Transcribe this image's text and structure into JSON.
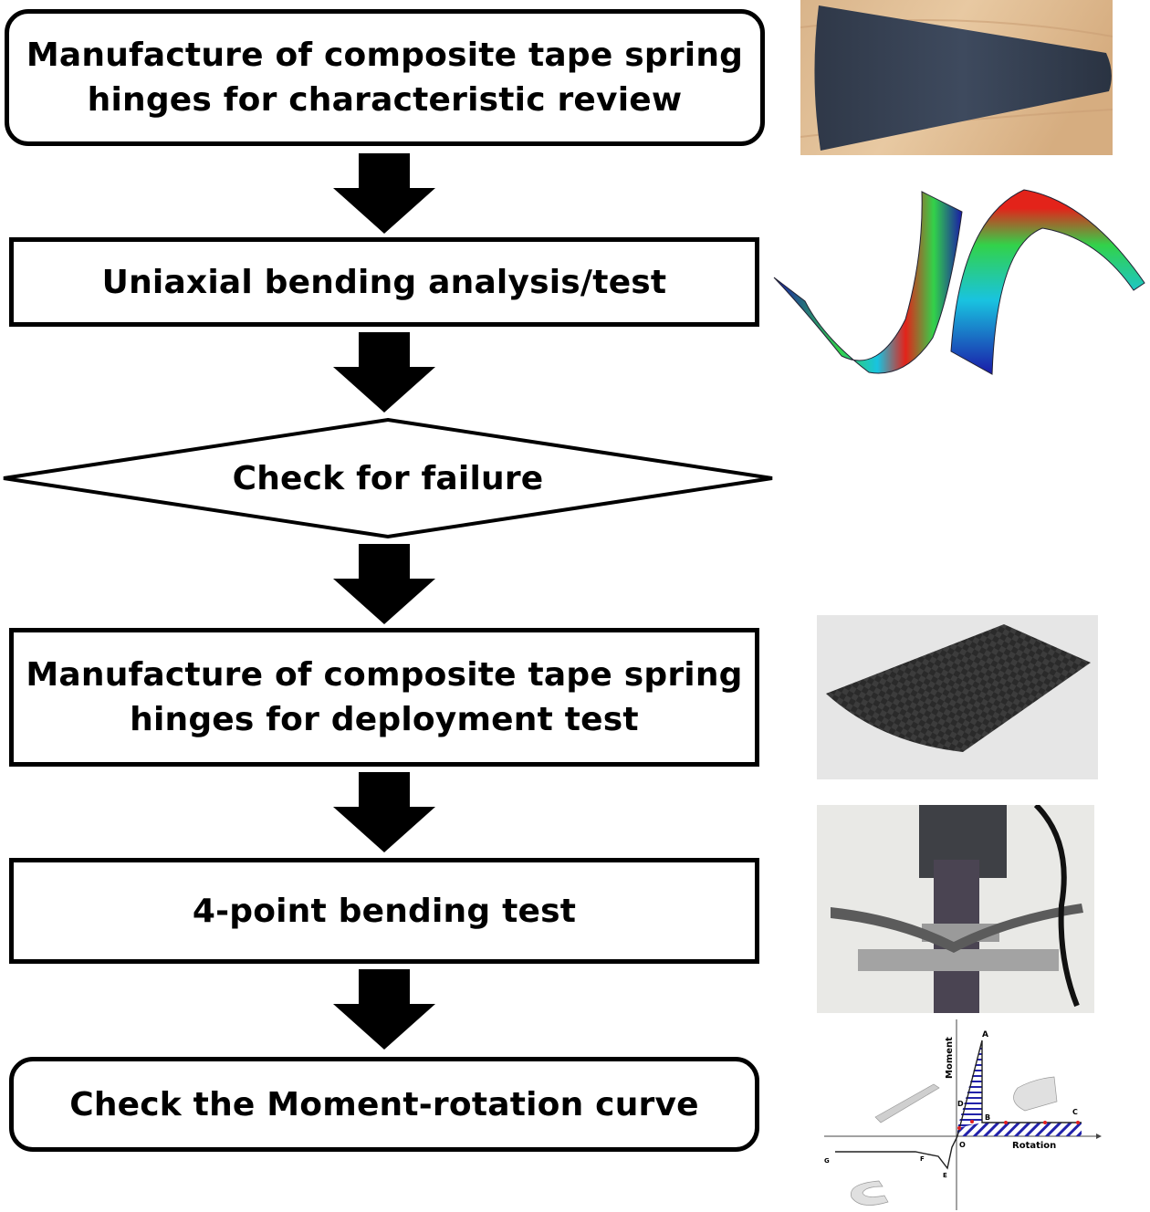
{
  "flowchart": {
    "steps": [
      {
        "type": "terminal",
        "text_lines": [
          "Manufacture of composite tape spring",
          "hinges for characteristic review"
        ]
      },
      {
        "type": "process",
        "text_lines": [
          "Uniaxial bending analysis/test"
        ]
      },
      {
        "type": "decision",
        "text_lines": [
          "Check for failure"
        ]
      },
      {
        "type": "process",
        "text_lines": [
          "Manufacture of composite tape spring",
          "hinges for deployment test"
        ]
      },
      {
        "type": "process",
        "text_lines": [
          "4-point bending test"
        ]
      },
      {
        "type": "terminal",
        "text_lines": [
          "Check the Moment-rotation curve"
        ]
      }
    ],
    "arrow_color": "#000000"
  },
  "illustrations": {
    "tape_spring_photo": {
      "subject": "black composite tape spring on wooden surface"
    },
    "fea_contour": {
      "subject": "finite element stress contour of bent tape springs",
      "colors": [
        "#1a1aa8",
        "#19c3e0",
        "#32d24a",
        "#f2e21a",
        "#e3231a"
      ]
    },
    "woven_hinge_photo": {
      "subject": "woven carbon fiber tape spring hinge"
    },
    "four_point_rig_photo": {
      "subject": "4-point bending test fixture"
    },
    "moment_rotation_plot": {
      "xlabel": "Rotation",
      "ylabel": "Moment",
      "points": [
        "A",
        "B",
        "C",
        "D",
        "O",
        "E",
        "F",
        "G"
      ],
      "hatch_color": "#2222aa",
      "marker_color": "#e02020"
    }
  }
}
